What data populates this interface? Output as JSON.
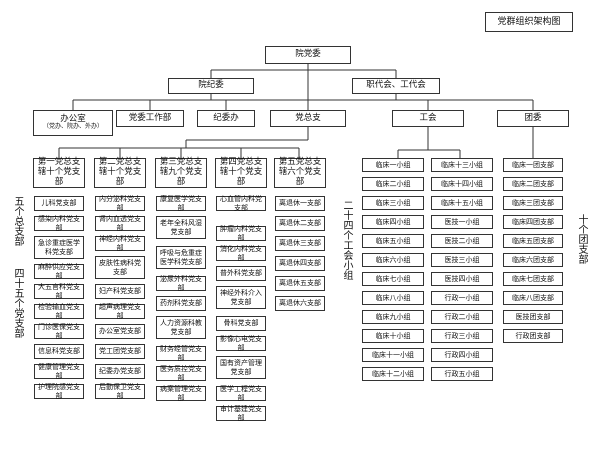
{
  "title": "党群组织架构图",
  "root": "院党委",
  "level2": {
    "jiwei": "院纪委",
    "union": "职代会、工代会"
  },
  "level3": {
    "office": "办公室",
    "office_sub": "（党办、院办、外办）",
    "party_work": "党委工作部",
    "jiwei_office": "纪委办",
    "general_branch": "党总支",
    "trade_union": "工会",
    "youth_league": "团委"
  },
  "general_branches": [
    {
      "name": "第一党总支辖十个党支部",
      "items": [
        "儿科党支部",
        "感染内科党支部",
        "急诊重症医学科党支部",
        "麻醉供应党支部",
        "大五官科党支部",
        "检验输血党支部",
        "门诊医保党支部",
        "信息科党支部",
        "健康管理党支部",
        "护理院感党支部"
      ]
    },
    {
      "name": "第二党总支辖十个党支部",
      "items": [
        "内分泌科党支部",
        "肾内血透党支部",
        "神经内科党支部",
        "皮肤性病科党支部",
        "妇产科党支部",
        "超声病理党支部",
        "办公室党支部",
        "党工团党支部",
        "纪委办党支部",
        "后勤保卫党支部"
      ]
    },
    {
      "name": "第三党总支辖九个党支部",
      "items": [
        "康复医学党支部",
        "老年全科风湿党支部",
        "呼吸与危重症医学科党支部",
        "泌尿外科党支部",
        "药剂科党支部",
        "人力资源科教党支部",
        "财务经管党支部",
        "医务质控党支部",
        "病案管理党支部"
      ]
    },
    {
      "name": "第四党总支辖十个党支部",
      "items": [
        "心血管内科党支部",
        "肿瘤内科党支部",
        "消化内科党支部",
        "普外科党支部",
        "神经外科介入党支部",
        "骨科党支部",
        "影像心电党支部",
        "国有资产管理党支部",
        "医学工程党支部",
        "审计基建党支部"
      ]
    },
    {
      "name": "第五党总支辖六个党支部",
      "items": [
        "离退休一支部",
        "离退休二支部",
        "离退休三支部",
        "离退休四支部",
        "离退休五支部",
        "离退休六支部"
      ]
    }
  ],
  "union_groups_a": [
    "临床一小组",
    "临床二小组",
    "临床三小组",
    "临床四小组",
    "临床五小组",
    "临床六小组",
    "临床七小组",
    "临床八小组",
    "临床九小组",
    "临床十小组",
    "临床十一小组",
    "临床十二小组"
  ],
  "union_groups_b": [
    "临床十三小组",
    "临床十四小组",
    "临床十五小组",
    "医技一小组",
    "医技二小组",
    "医技三小组",
    "医技四小组",
    "行政一小组",
    "行政二小组",
    "行政三小组",
    "行政四小组",
    "行政五小组"
  ],
  "league_branches": [
    "临床一团支部",
    "临床二团支部",
    "临床三团支部",
    "临床四团支部",
    "临床五团支部",
    "临床六团支部",
    "临床七团支部",
    "临床八团支部",
    "医技团支部",
    "行政团支部"
  ],
  "side_labels": {
    "left_top": "五个总支部",
    "left_bottom": "四十五个党支部",
    "union_count": "二十四个工会小组",
    "league_count": "十个团支部"
  }
}
